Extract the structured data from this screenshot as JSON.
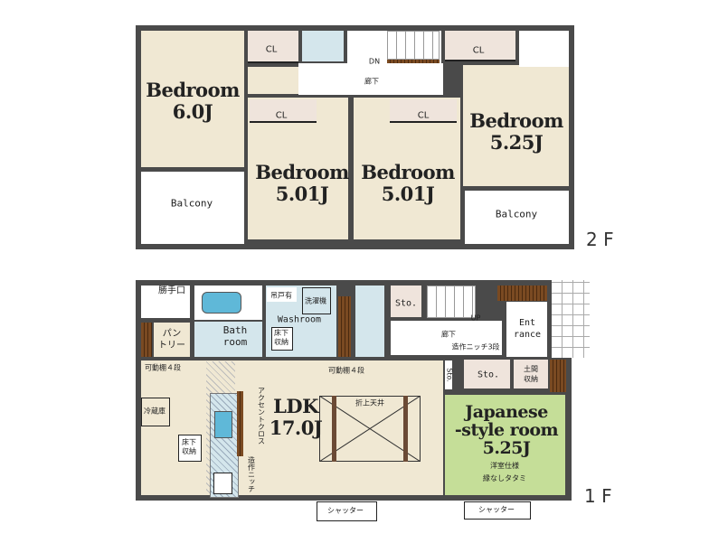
{
  "floors": {
    "second": "2 F",
    "first": "1 F"
  },
  "second_floor": {
    "bedroom_a": {
      "name": "Bedroom",
      "size": "6.0J"
    },
    "bedroom_b": {
      "name": "Bedroom",
      "size": "5.01J"
    },
    "bedroom_c": {
      "name": "Bedroom",
      "size": "5.01J"
    },
    "bedroom_d": {
      "name": "Bedroom",
      "size": "5.25J"
    },
    "balcony_left": "Balcony",
    "balcony_right": "Balcony",
    "closet": "CL",
    "hallway": "廊下",
    "stairs_dir": "DN"
  },
  "first_floor": {
    "back_door": "勝手口",
    "pantry": "パン\nトリー",
    "pantry_l1": "パン",
    "pantry_l2": "トリー",
    "bathroom_l1": "Bath",
    "bathroom_l2": "room",
    "washroom": "Washroom",
    "cabinet": "吊戸有",
    "washer": "洗濯機",
    "underfloor_l1": "床下",
    "underfloor_l2": "収納",
    "storage": "Sto.",
    "hallway": "廊下",
    "stairs_dir": "UP",
    "niche_3": "造作ニッチ3段",
    "entrance_l1": "Ent",
    "entrance_l2": "rance",
    "shelf_4": "可動棚４段",
    "fridge": "冷蔵庫",
    "accent_cloth": "アクセントクロス",
    "niche": "造作ニッチ",
    "ldk_name": "LDK",
    "ldk_size": "17.0J",
    "raised_ceiling": "折上天井",
    "doma_l1": "土間",
    "doma_l2": "収納",
    "japanese_l1": "Japanese",
    "japanese_l2": "-style room",
    "japanese_size": "5.25J",
    "japanese_note1": "洋室仕様",
    "japanese_note2": "縁なしタタミ",
    "shutter": "シャッター"
  },
  "colors": {
    "wall": "#4a4a4a",
    "room": "#f0e8d3",
    "wet": "#d4e6ec",
    "tatami": "#c5de98"
  }
}
